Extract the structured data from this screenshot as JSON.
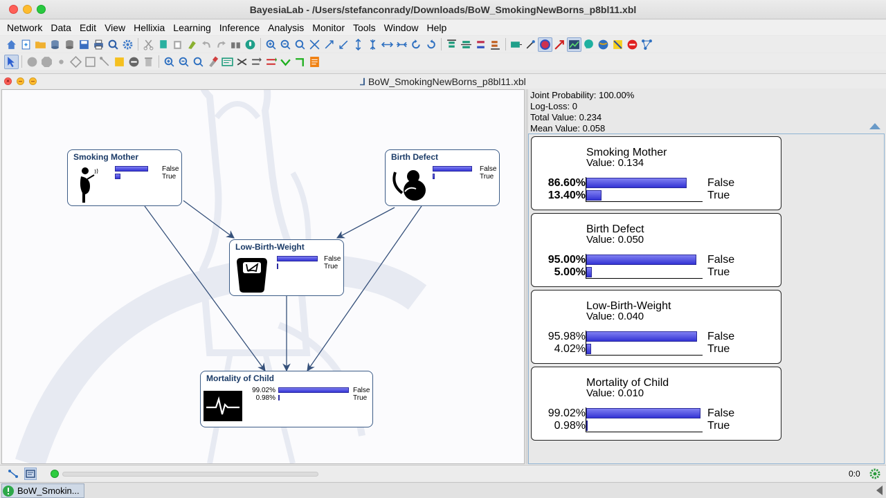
{
  "window": {
    "title": "BayesiaLab - /Users/stefanconrady/Downloads/BoW_SmokingNewBorns_p8bl11.xbl"
  },
  "menu": [
    "Network",
    "Data",
    "Edit",
    "View",
    "Hellixia",
    "Learning",
    "Inference",
    "Analysis",
    "Monitor",
    "Tools",
    "Window",
    "Help"
  ],
  "frame": {
    "title": "BoW_SmokingNewBorns_p8bl11.xbl"
  },
  "graph": {
    "nodes": [
      {
        "id": "smoking-mother",
        "title": "Smoking Mother",
        "icon": "pregnant-smoker-icon",
        "states": [
          {
            "label": "False",
            "pct": "",
            "p": 0.866
          },
          {
            "label": "True",
            "pct": "",
            "p": 0.134
          }
        ]
      },
      {
        "id": "birth-defect",
        "title": "Birth Defect",
        "icon": "fetus-icon",
        "states": [
          {
            "label": "False",
            "pct": "",
            "p": 0.95
          },
          {
            "label": "True",
            "pct": "",
            "p": 0.05
          }
        ]
      },
      {
        "id": "low-birth-weight",
        "title": "Low-Birth-Weight",
        "icon": "scale-icon",
        "states": [
          {
            "label": "False",
            "pct": "",
            "p": 0.9598
          },
          {
            "label": "True",
            "pct": "",
            "p": 0.0402
          }
        ]
      },
      {
        "id": "mortality-of-child",
        "title": "Mortality of Child",
        "icon": "heartbeat-monitor-icon",
        "states": [
          {
            "label": "False",
            "pct": "99.02%",
            "p": 0.9902
          },
          {
            "label": "True",
            "pct": "0.98%",
            "p": 0.0098
          }
        ]
      }
    ]
  },
  "info": {
    "joint_probability": "Joint Probability: 100.00%",
    "log_loss": "Log-Loss: 0",
    "total_value": "Total Value: 0.234",
    "mean_value": "Mean Value: 0.058"
  },
  "monitors": [
    {
      "title": "Smoking Mother",
      "value": "Value: 0.134",
      "bold": true,
      "states": [
        {
          "label": "False",
          "pct": "86.60%",
          "p": 0.866
        },
        {
          "label": "True",
          "pct": "13.40%",
          "p": 0.134
        }
      ]
    },
    {
      "title": "Birth Defect",
      "value": "Value: 0.050",
      "bold": true,
      "states": [
        {
          "label": "False",
          "pct": "95.00%",
          "p": 0.95
        },
        {
          "label": "True",
          "pct": "5.00%",
          "p": 0.05
        }
      ]
    },
    {
      "title": "Low-Birth-Weight",
      "value": "Value: 0.040",
      "bold": false,
      "states": [
        {
          "label": "False",
          "pct": "95.98%",
          "p": 0.9598
        },
        {
          "label": "True",
          "pct": "4.02%",
          "p": 0.0402
        }
      ]
    },
    {
      "title": "Mortality of Child",
      "value": "Value: 0.010",
      "bold": false,
      "states": [
        {
          "label": "False",
          "pct": "99.02%",
          "p": 0.9902
        },
        {
          "label": "True",
          "pct": "0.98%",
          "p": 0.0098
        }
      ]
    }
  ],
  "statusbar": {
    "coords": "0:0"
  },
  "taskbar": {
    "tab_label": "BoW_Smokin..."
  },
  "colors": {
    "accent": "#3535d6",
    "node_border": "#3c5c87",
    "node_title": "#1a3a66",
    "edge": "#35507a"
  }
}
